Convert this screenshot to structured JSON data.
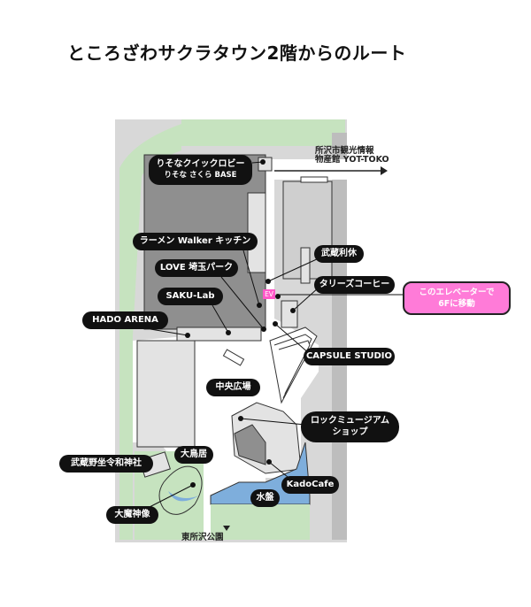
{
  "title": "ところざわサクラタウン2階からのルート",
  "labels": {
    "resona_lobby": "りそなクイックロビー",
    "resona_base": "りそな さくら BASE",
    "ramen": "ラーメン Walker キッチン",
    "love_saitama": "LOVE 埼玉パーク",
    "saku_lab": "SAKU-Lab",
    "hado": "HADO ARENA",
    "musashi_rikyu": "武蔵利休",
    "tullys": "タリーズコーヒー",
    "capsule": "CAPSULE STUDIO",
    "plaza": "中央広場",
    "rock_museum_1": "ロックミュージアム",
    "rock_museum_2": "ショップ",
    "torii": "大鳥居",
    "shrine": "武蔵野坐令和神社",
    "daimajin": "大魔神像",
    "kadocafe": "KadoCafe",
    "water": "水盤"
  },
  "elevator": {
    "badge": "EV",
    "callout_line1": "このエレベーターで",
    "callout_line2": "6Fに移動",
    "color": "#ff7bd8"
  },
  "exits": {
    "yot_toko_1": "所沢市観光情報",
    "yot_toko_2": "物産館 YOT-TOKO",
    "park": "東所沢公園"
  }
}
